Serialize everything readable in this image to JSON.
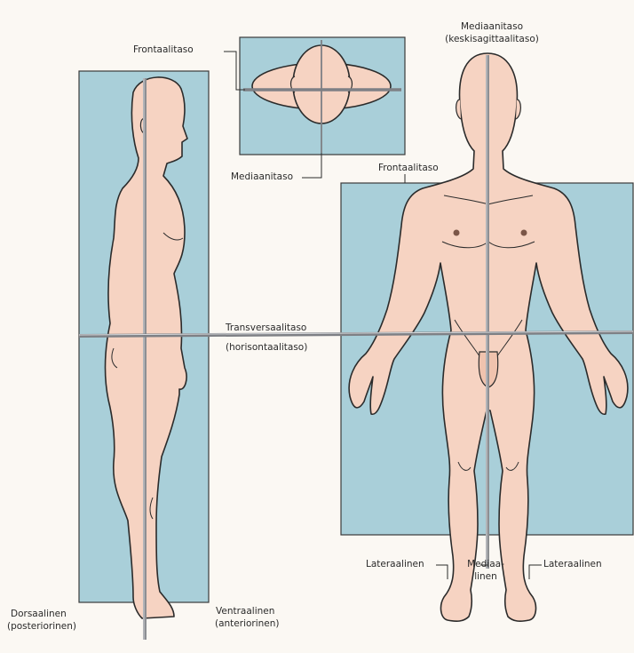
{
  "labels": {
    "frontal_top": "Frontaalitaso",
    "median_top": "Mediaanitaso",
    "median_top_sub": "(keskisagittaalitaso)",
    "frontal_right": "Frontaalitaso",
    "median_small": "Mediaanitaso",
    "transverse": "Transversaalitaso",
    "transverse_sub": "(horisontaalitaso)",
    "lateral_left": "Lateraalinen",
    "medial_1": "Mediaa-",
    "medial_2": "linen",
    "lateral_right": "Lateraalinen",
    "dorsal": "Dorsaalinen",
    "dorsal_sub": "(posteriorinen)",
    "ventral": "Ventraalinen",
    "ventral_sub": "(anteriorinen)"
  },
  "colors": {
    "plane": "#a9cfd9",
    "plane_edge": "#3a3a3a",
    "skin": "#f6d3c2",
    "outline": "#2b2b2b",
    "axis": "#8d8f93",
    "background": "#fbf8f3"
  }
}
